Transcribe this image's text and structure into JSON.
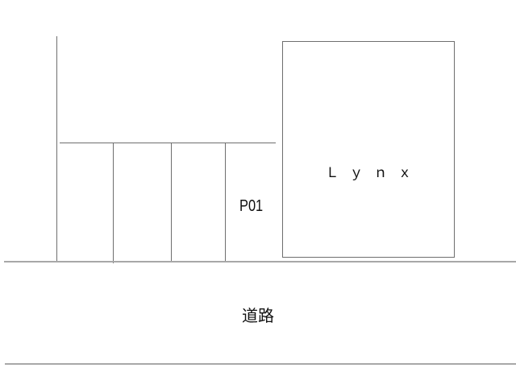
{
  "diagram": {
    "type": "site-parking-map",
    "building": {
      "label": "Ｌｙｎｘ"
    },
    "parking": {
      "spaces": [
        {
          "label": ""
        },
        {
          "label": ""
        },
        {
          "label": ""
        },
        {
          "label": "P01"
        }
      ]
    },
    "road": {
      "label": "道路"
    },
    "colors": {
      "line": "#6e6e6e",
      "road_line": "#a8a8a8",
      "text": "#111111",
      "background": "#ffffff"
    }
  }
}
